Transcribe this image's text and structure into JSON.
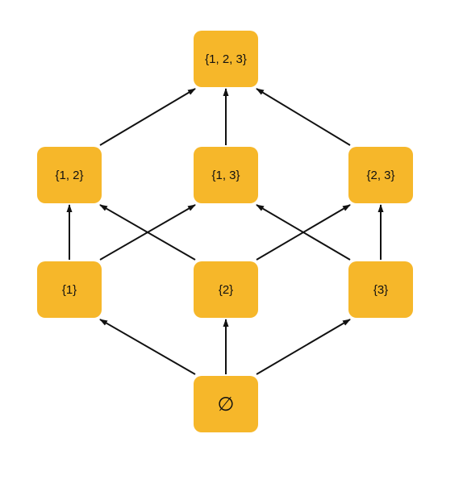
{
  "colors": {
    "node_fill": "#F6B72A",
    "edge": "#111111",
    "text": "#111111"
  },
  "nodes": {
    "empty": {
      "label": "∅"
    },
    "s1": {
      "label": "{1}"
    },
    "s2": {
      "label": "{2}"
    },
    "s3": {
      "label": "{3}"
    },
    "s12": {
      "label": "{1, 2}"
    },
    "s13": {
      "label": "{1, 3}"
    },
    "s23": {
      "label": "{2, 3}"
    },
    "s123": {
      "label": "{1, 2, 3}"
    }
  },
  "edges": [
    {
      "from": "empty",
      "to": "s1"
    },
    {
      "from": "empty",
      "to": "s2"
    },
    {
      "from": "empty",
      "to": "s3"
    },
    {
      "from": "s1",
      "to": "s12"
    },
    {
      "from": "s1",
      "to": "s13"
    },
    {
      "from": "s2",
      "to": "s12"
    },
    {
      "from": "s2",
      "to": "s23"
    },
    {
      "from": "s3",
      "to": "s13"
    },
    {
      "from": "s3",
      "to": "s23"
    },
    {
      "from": "s12",
      "to": "s123"
    },
    {
      "from": "s13",
      "to": "s123"
    },
    {
      "from": "s23",
      "to": "s123"
    }
  ]
}
